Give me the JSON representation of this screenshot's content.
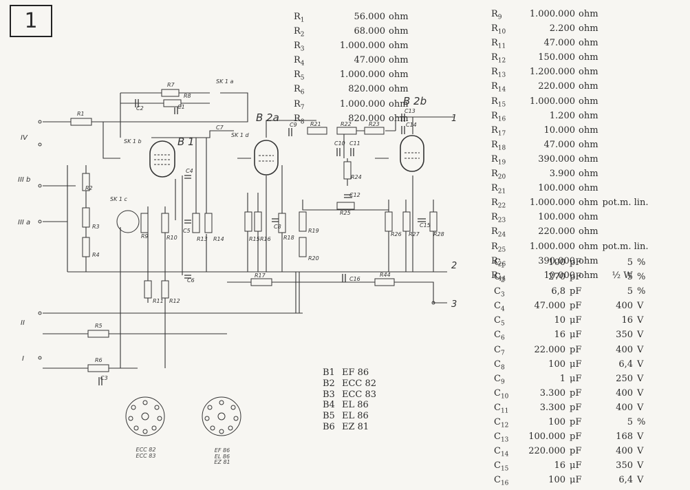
{
  "page_number": "1",
  "resistors_left": [
    {
      "name": "R",
      "sub": "1",
      "value": "56.000",
      "unit": "ohm"
    },
    {
      "name": "R",
      "sub": "2",
      "value": "68.000",
      "unit": "ohm"
    },
    {
      "name": "R",
      "sub": "3",
      "value": "1.000.000",
      "unit": "ohm"
    },
    {
      "name": "R",
      "sub": "4",
      "value": "47.000",
      "unit": "ohm"
    },
    {
      "name": "R",
      "sub": "5",
      "value": "1.000.000",
      "unit": "ohm"
    },
    {
      "name": "R",
      "sub": "6",
      "value": "820.000",
      "unit": "ohm"
    },
    {
      "name": "R",
      "sub": "7",
      "value": "1.000.000",
      "unit": "ohm"
    },
    {
      "name": "R",
      "sub": "8",
      "value": "820.000",
      "unit": "ohm"
    }
  ],
  "resistors_right": [
    {
      "name": "R",
      "sub": "9",
      "value": "1.000.000",
      "unit": "ohm",
      "note": ""
    },
    {
      "name": "R",
      "sub": "10",
      "value": "2.200",
      "unit": "ohm",
      "note": ""
    },
    {
      "name": "R",
      "sub": "11",
      "value": "47.000",
      "unit": "ohm",
      "note": ""
    },
    {
      "name": "R",
      "sub": "12",
      "value": "150.000",
      "unit": "ohm",
      "note": ""
    },
    {
      "name": "R",
      "sub": "13",
      "value": "1.200.000",
      "unit": "ohm",
      "note": ""
    },
    {
      "name": "R",
      "sub": "14",
      "value": "220.000",
      "unit": "ohm",
      "note": ""
    },
    {
      "name": "R",
      "sub": "15",
      "value": "1.000.000",
      "unit": "ohm",
      "note": ""
    },
    {
      "name": "R",
      "sub": "16",
      "value": "1.200",
      "unit": "ohm",
      "note": ""
    },
    {
      "name": "R",
      "sub": "17",
      "value": "10.000",
      "unit": "ohm",
      "note": ""
    },
    {
      "name": "R",
      "sub": "18",
      "value": "47.000",
      "unit": "ohm",
      "note": ""
    },
    {
      "name": "R",
      "sub": "19",
      "value": "390.000",
      "unit": "ohm",
      "note": ""
    },
    {
      "name": "R",
      "sub": "20",
      "value": "3.900",
      "unit": "ohm",
      "note": ""
    },
    {
      "name": "R",
      "sub": "21",
      "value": "100.000",
      "unit": "ohm",
      "note": ""
    },
    {
      "name": "R",
      "sub": "22",
      "value": "1.000.000",
      "unit": "ohm",
      "note": "pot.m. lin."
    },
    {
      "name": "R",
      "sub": "23",
      "value": "100.000",
      "unit": "ohm",
      "note": ""
    },
    {
      "name": "R",
      "sub": "24",
      "value": "220.000",
      "unit": "ohm",
      "note": ""
    },
    {
      "name": "R",
      "sub": "25",
      "value": "1.000.000",
      "unit": "ohm",
      "note": "pot.m. lin."
    },
    {
      "name": "R",
      "sub": "26",
      "value": "390.000",
      "unit": "ohm",
      "note": ""
    },
    {
      "name": "R",
      "sub": "44",
      "value": "10.000",
      "unit": "ohm",
      "note": "½ W"
    }
  ],
  "capacitors": [
    {
      "name": "C",
      "sub": "1",
      "value": "100",
      "unit": "pF",
      "rating": "5",
      "runit": "%"
    },
    {
      "name": "C",
      "sub": "2",
      "value": "270",
      "unit": "pF",
      "rating": "5",
      "runit": "%"
    },
    {
      "name": "C",
      "sub": "3",
      "value": "6,8",
      "unit": "pF",
      "rating": "5",
      "runit": "%"
    },
    {
      "name": "C",
      "sub": "4",
      "value": "47.000",
      "unit": "pF",
      "rating": "400",
      "runit": "V"
    },
    {
      "name": "C",
      "sub": "5",
      "value": "10",
      "unit": "μF",
      "rating": "16",
      "runit": "V"
    },
    {
      "name": "C",
      "sub": "6",
      "value": "16",
      "unit": "μF",
      "rating": "350",
      "runit": "V"
    },
    {
      "name": "C",
      "sub": "7",
      "value": "22.000",
      "unit": "pF",
      "rating": "400",
      "runit": "V"
    },
    {
      "name": "C",
      "sub": "8",
      "value": "100",
      "unit": "μF",
      "rating": "6,4",
      "runit": "V"
    },
    {
      "name": "C",
      "sub": "9",
      "value": "1",
      "unit": "μF",
      "rating": "250",
      "runit": "V"
    },
    {
      "name": "C",
      "sub": "10",
      "value": "3.300",
      "unit": "pF",
      "rating": "400",
      "runit": "V"
    },
    {
      "name": "C",
      "sub": "11",
      "value": "3.300",
      "unit": "pF",
      "rating": "400",
      "runit": "V"
    },
    {
      "name": "C",
      "sub": "12",
      "value": "100",
      "unit": "pF",
      "rating": "5",
      "runit": "%"
    },
    {
      "name": "C",
      "sub": "13",
      "value": "100.000",
      "unit": "pF",
      "rating": "168",
      "runit": "V"
    },
    {
      "name": "C",
      "sub": "14",
      "value": "220.000",
      "unit": "pF",
      "rating": "400",
      "runit": "V"
    },
    {
      "name": "C",
      "sub": "15",
      "value": "16",
      "unit": "μF",
      "rating": "350",
      "runit": "V"
    },
    {
      "name": "C",
      "sub": "16",
      "value": "100",
      "unit": "μF",
      "rating": "6,4",
      "runit": "V"
    }
  ],
  "tubes": [
    {
      "name": "B1",
      "type": "EF 86"
    },
    {
      "name": "B2",
      "type": "ECC 82"
    },
    {
      "name": "B3",
      "type": "ECC 83"
    },
    {
      "name": "B4",
      "type": "EL 86"
    },
    {
      "name": "B5",
      "type": "EL 86"
    },
    {
      "name": "B6",
      "type": "EZ 81"
    }
  ],
  "schematic": {
    "tube_labels": [
      "B 1",
      "B 2a",
      "B 2b"
    ],
    "input_labels": [
      "IV",
      "III b",
      "III a",
      "II",
      "I"
    ],
    "output_terminals": [
      "1",
      "2",
      "3"
    ],
    "switch_labels": [
      "SK 1 a",
      "SK 1 b",
      "SK 1 c",
      "SK 1 d"
    ],
    "resistor_labels": [
      "R1",
      "R2",
      "R3",
      "R4",
      "R5",
      "R6",
      "R7",
      "R8",
      "R9",
      "R10",
      "R11",
      "R12",
      "R13",
      "R14",
      "R15",
      "R16",
      "R17",
      "R18",
      "R19",
      "R20",
      "R21",
      "R22",
      "R23",
      "R24",
      "R25",
      "R26",
      "R27",
      "R28",
      "R44"
    ],
    "capacitor_labels": [
      "C1",
      "C2",
      "C3",
      "C4",
      "C5",
      "C6",
      "C7",
      "C8",
      "C9",
      "C10",
      "C11",
      "C12",
      "C13",
      "C14",
      "C15",
      "C16"
    ]
  },
  "sockets": [
    {
      "lines": [
        "ECC 82",
        "ECC 83"
      ]
    },
    {
      "lines": [
        "EF 86",
        "EL 86",
        "EZ 81"
      ]
    }
  ]
}
